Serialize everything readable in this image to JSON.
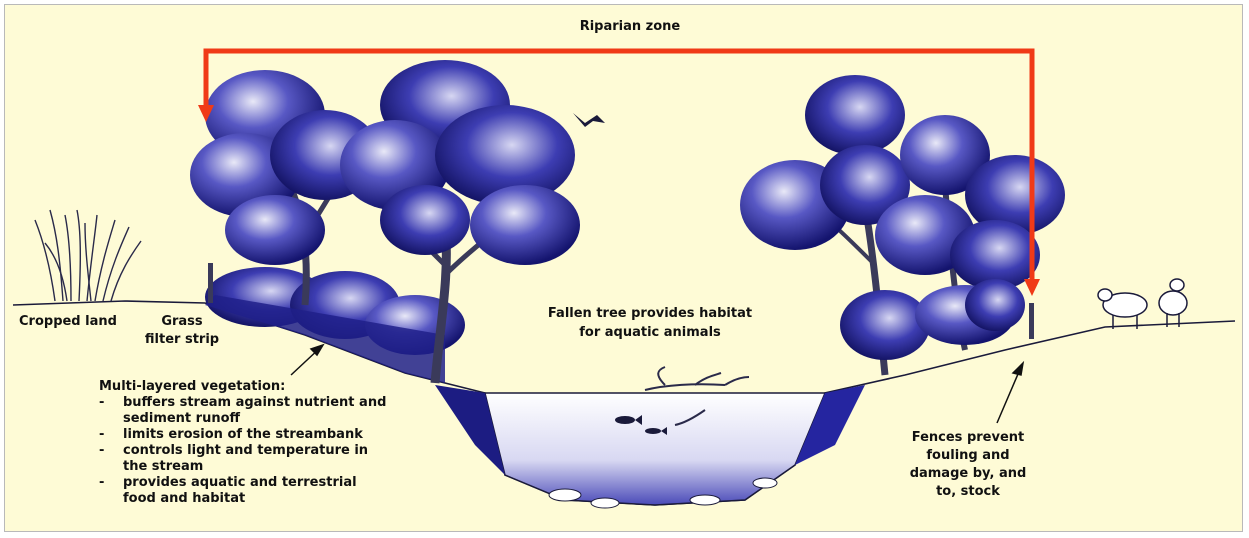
{
  "diagram": {
    "title": "Riparian zone",
    "labels": {
      "cropped_land": "Cropped land",
      "grass_filter_strip": "Grass filter strip",
      "fallen_tree": "Fallen tree provides habitat for aquatic animals",
      "fences": "Fences prevent fouling and damage by, and to, stock"
    },
    "vegetation": {
      "heading": "Multi-layered vegetation:",
      "bullet": "-",
      "items": [
        "buffers stream against nutrient and sediment runoff",
        "limits erosion of the streambank",
        "controls light and temperature in the stream",
        "provides aquatic and terrestrial food and habitat"
      ]
    },
    "colors": {
      "background": "#fefbd6",
      "border": "#b9b9b9",
      "arrow": "#f03a17",
      "foliage": "#2b2ba0",
      "foliage_dark": "#13136b",
      "ink": "#111111"
    },
    "icons": [
      "riparian-zone-arrow",
      "tree-icon",
      "bird-icon",
      "sheep-icon",
      "fish-icon",
      "fence-post-icon",
      "grass-clump-icon",
      "pointer-arrow-icon"
    ]
  }
}
